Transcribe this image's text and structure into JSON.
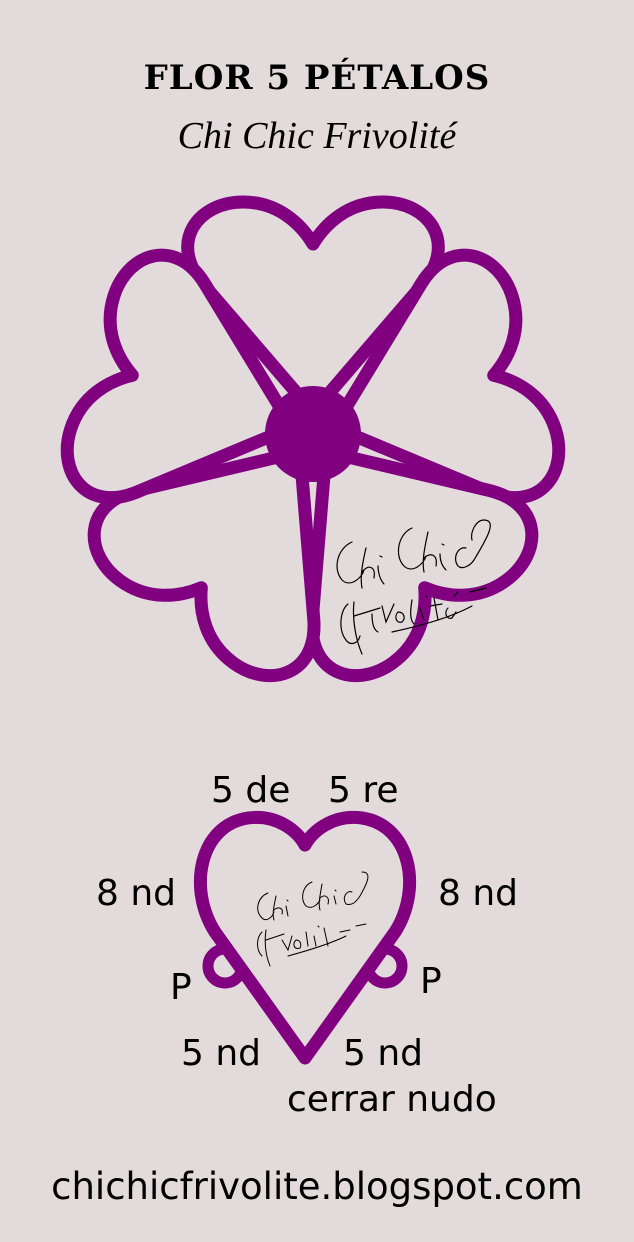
{
  "header": {
    "title": "FLOR 5 PÉTALOS",
    "subtitle": "Chi Chic Frivolité"
  },
  "colors": {
    "background": "#e2dadb",
    "accent": "#800080",
    "text": "#000000"
  },
  "flower": {
    "petals": 5,
    "icon": "five-petal-heart-flower-icon"
  },
  "pattern": {
    "top_left": "5 de",
    "top_right": "5 re",
    "left_side": "8 nd",
    "right_side": "8 nd",
    "left_picot": "P",
    "right_picot": "P",
    "bottom_left": "5 nd",
    "bottom_right": "5 nd",
    "close": "cerrar nudo"
  },
  "footer": {
    "url": "chichicfrivolite.blogspot.com"
  }
}
